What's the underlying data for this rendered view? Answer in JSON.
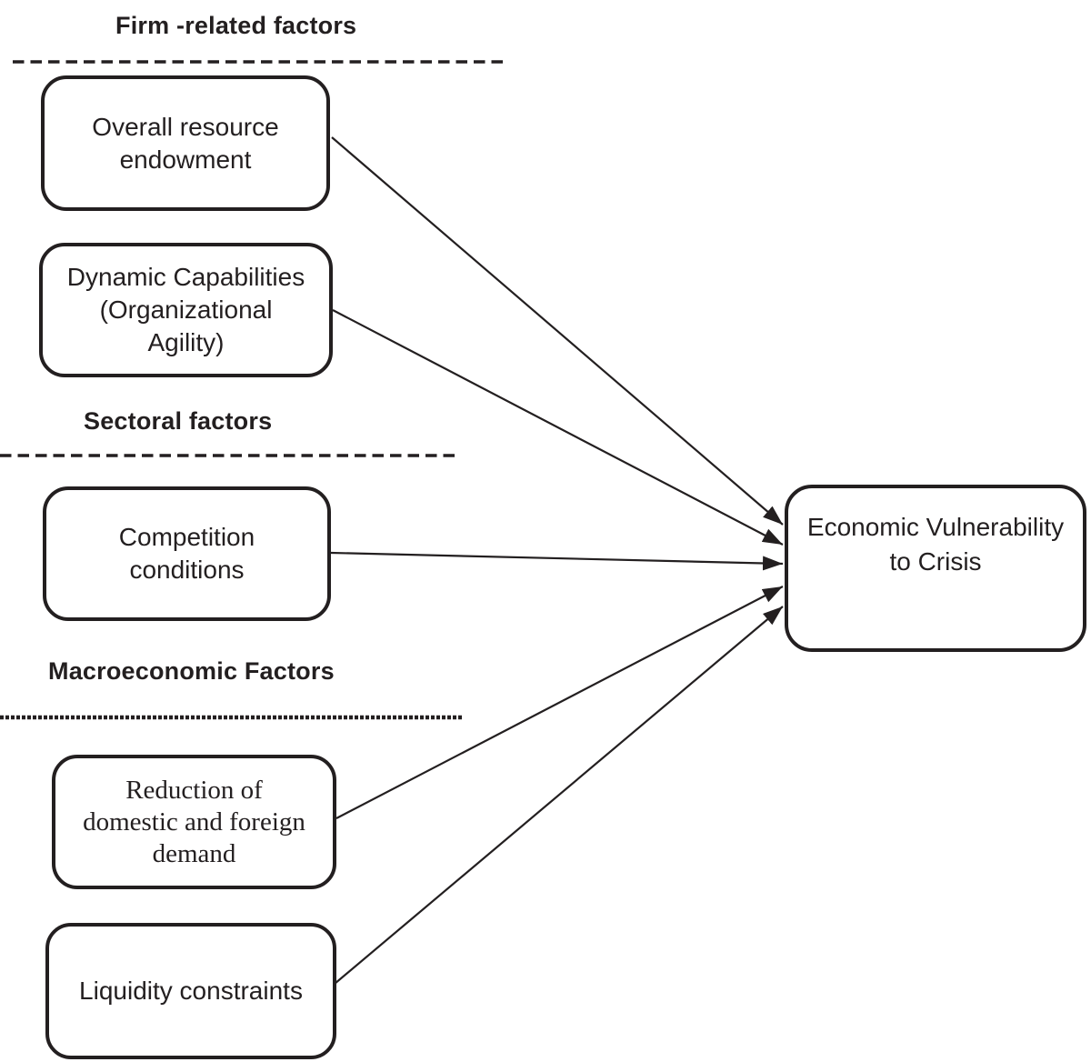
{
  "colors": {
    "stroke": "#231f20",
    "text": "#231f20",
    "background": "#ffffff"
  },
  "sections": [
    {
      "id": "firm",
      "label": "Firm -related factors"
    },
    {
      "id": "sectoral",
      "label": "Sectoral factors"
    },
    {
      "id": "macro",
      "label": "Macroeconomic Factors"
    }
  ],
  "factors": [
    {
      "id": "overall-resource-endowment",
      "section": "firm",
      "label": "Overall resource endowment",
      "lines": [
        "Overall resource",
        "endowment"
      ]
    },
    {
      "id": "dynamic-capabilities",
      "section": "firm",
      "label": "Dynamic Capabilities (Organizational Agility)",
      "lines": [
        "Dynamic Capabilities",
        "(Organizational",
        "Agility)"
      ]
    },
    {
      "id": "competition-conditions",
      "section": "sectoral",
      "label": "Competition conditions",
      "lines": [
        "Competition",
        "conditions"
      ]
    },
    {
      "id": "reduction-of-demand",
      "section": "macro",
      "label": "Reduction of domestic and foreign demand",
      "lines": [
        "Reduction of",
        "domestic and foreign",
        "demand"
      ]
    },
    {
      "id": "liquidity-constraints",
      "section": "macro",
      "label": "Liquidity constraints",
      "lines": [
        "Liquidity constraints"
      ]
    }
  ],
  "outcome": {
    "id": "economic-vulnerability-to-crisis",
    "label": "Economic Vulnerability to Crisis",
    "lines": [
      "Economic Vulnerability",
      "to Crisis"
    ]
  },
  "relationships": [
    {
      "from": "overall-resource-endowment",
      "to": "economic-vulnerability-to-crisis"
    },
    {
      "from": "dynamic-capabilities",
      "to": "economic-vulnerability-to-crisis"
    },
    {
      "from": "competition-conditions",
      "to": "economic-vulnerability-to-crisis"
    },
    {
      "from": "reduction-of-demand",
      "to": "economic-vulnerability-to-crisis"
    },
    {
      "from": "liquidity-constraints",
      "to": "economic-vulnerability-to-crisis"
    }
  ]
}
